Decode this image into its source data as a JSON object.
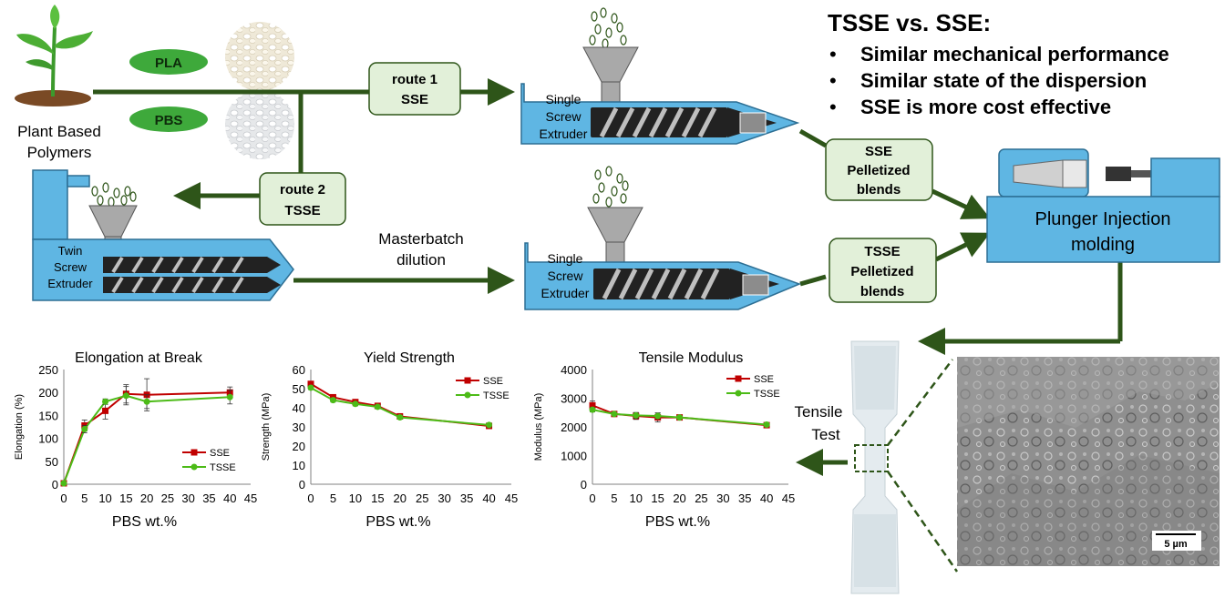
{
  "plant": {
    "label_line1": "Plant Based",
    "label_line2": "Polymers"
  },
  "polymers": {
    "a": "PLA",
    "b": "PBS"
  },
  "routes": {
    "route1_line1": "route 1",
    "route1_line2": "SSE",
    "route2_line1": "route 2",
    "route2_line2": "TSSE"
  },
  "extruders": {
    "single_top": [
      "Single",
      "Screw",
      "Extruder"
    ],
    "single_bottom": [
      "Single",
      "Screw",
      "Extruder"
    ],
    "twin": [
      "Twin",
      "Screw",
      "Extruder"
    ]
  },
  "masterbatch": {
    "line1": "Masterbatch",
    "line2": "dilution"
  },
  "pellet_boxes": {
    "sse": [
      "SSE",
      "Pelletized",
      "blends"
    ],
    "tsse": [
      "TSSE",
      "Pelletized",
      "blends"
    ]
  },
  "injection": {
    "line1": "Plunger Injection",
    "line2": "molding"
  },
  "tensile": {
    "line1": "Tensile",
    "line2": "Test"
  },
  "scale_bar": "5 µm",
  "summary": {
    "title": "TSSE vs. SSE:",
    "points": [
      "Similar mechanical performance",
      "Similar state of the dispersion",
      "SSE is more cost effective"
    ]
  },
  "colors": {
    "sse": "#c00000",
    "tsse": "#4cbb17",
    "arrow": "#2e5519",
    "box_fill": "#e2f0d9",
    "machine": "#5fb6e3",
    "pill": "#3ea93b"
  },
  "chart_data": [
    {
      "type": "line",
      "title": "Elongation at Break",
      "xlabel": "PBS wt.%",
      "ylabel": "Elongation (%)",
      "xlim": [
        0,
        45
      ],
      "ylim": [
        0,
        250
      ],
      "xticks": [
        0,
        5,
        10,
        15,
        20,
        25,
        30,
        35,
        40,
        45
      ],
      "yticks": [
        0,
        50,
        100,
        150,
        200,
        250
      ],
      "legend_position": "bottom-right",
      "x": [
        0,
        5,
        10,
        15,
        20,
        40
      ],
      "series": [
        {
          "name": "SSE",
          "values": [
            2,
            128,
            160,
            197,
            195,
            200
          ],
          "err": [
            1,
            12,
            18,
            20,
            35,
            12
          ]
        },
        {
          "name": "TSSE",
          "values": [
            2,
            120,
            180,
            193,
            180,
            190
          ],
          "err": [
            1,
            8,
            6,
            20,
            15,
            15
          ]
        }
      ]
    },
    {
      "type": "line",
      "title": "Yield Strength",
      "xlabel": "PBS wt.%",
      "ylabel": "Strength (MPa)",
      "xlim": [
        0,
        45
      ],
      "ylim": [
        0,
        60
      ],
      "xticks": [
        0,
        5,
        10,
        15,
        20,
        25,
        30,
        35,
        40,
        45
      ],
      "yticks": [
        0,
        10,
        20,
        30,
        40,
        50,
        60
      ],
      "legend_position": "top-right",
      "x": [
        0,
        5,
        10,
        15,
        20,
        40
      ],
      "series": [
        {
          "name": "SSE",
          "values": [
            52.5,
            45.5,
            43,
            41,
            35.5,
            30.5
          ],
          "err": [
            1,
            1,
            1,
            1,
            1,
            1
          ]
        },
        {
          "name": "TSSE",
          "values": [
            50.5,
            44,
            42,
            40.5,
            35,
            31
          ],
          "err": [
            1,
            1,
            1,
            1,
            1,
            1
          ]
        }
      ]
    },
    {
      "type": "line",
      "title": "Tensile Modulus",
      "xlabel": "PBS wt.%",
      "ylabel": "Modulus (MPa)",
      "xlim": [
        0,
        45
      ],
      "ylim": [
        0,
        4000
      ],
      "xticks": [
        0,
        5,
        10,
        15,
        20,
        25,
        30,
        35,
        40,
        45
      ],
      "yticks": [
        0,
        1000,
        2000,
        3000,
        4000
      ],
      "legend_position": "top-right",
      "x": [
        0,
        5,
        10,
        15,
        20,
        40
      ],
      "series": [
        {
          "name": "SSE",
          "values": [
            2750,
            2450,
            2380,
            2330,
            2330,
            2060
          ],
          "err": [
            150,
            80,
            120,
            160,
            60,
            60
          ]
        },
        {
          "name": "TSSE",
          "values": [
            2600,
            2450,
            2400,
            2380,
            2330,
            2080
          ],
          "err": [
            80,
            60,
            100,
            100,
            60,
            60
          ]
        }
      ]
    }
  ]
}
